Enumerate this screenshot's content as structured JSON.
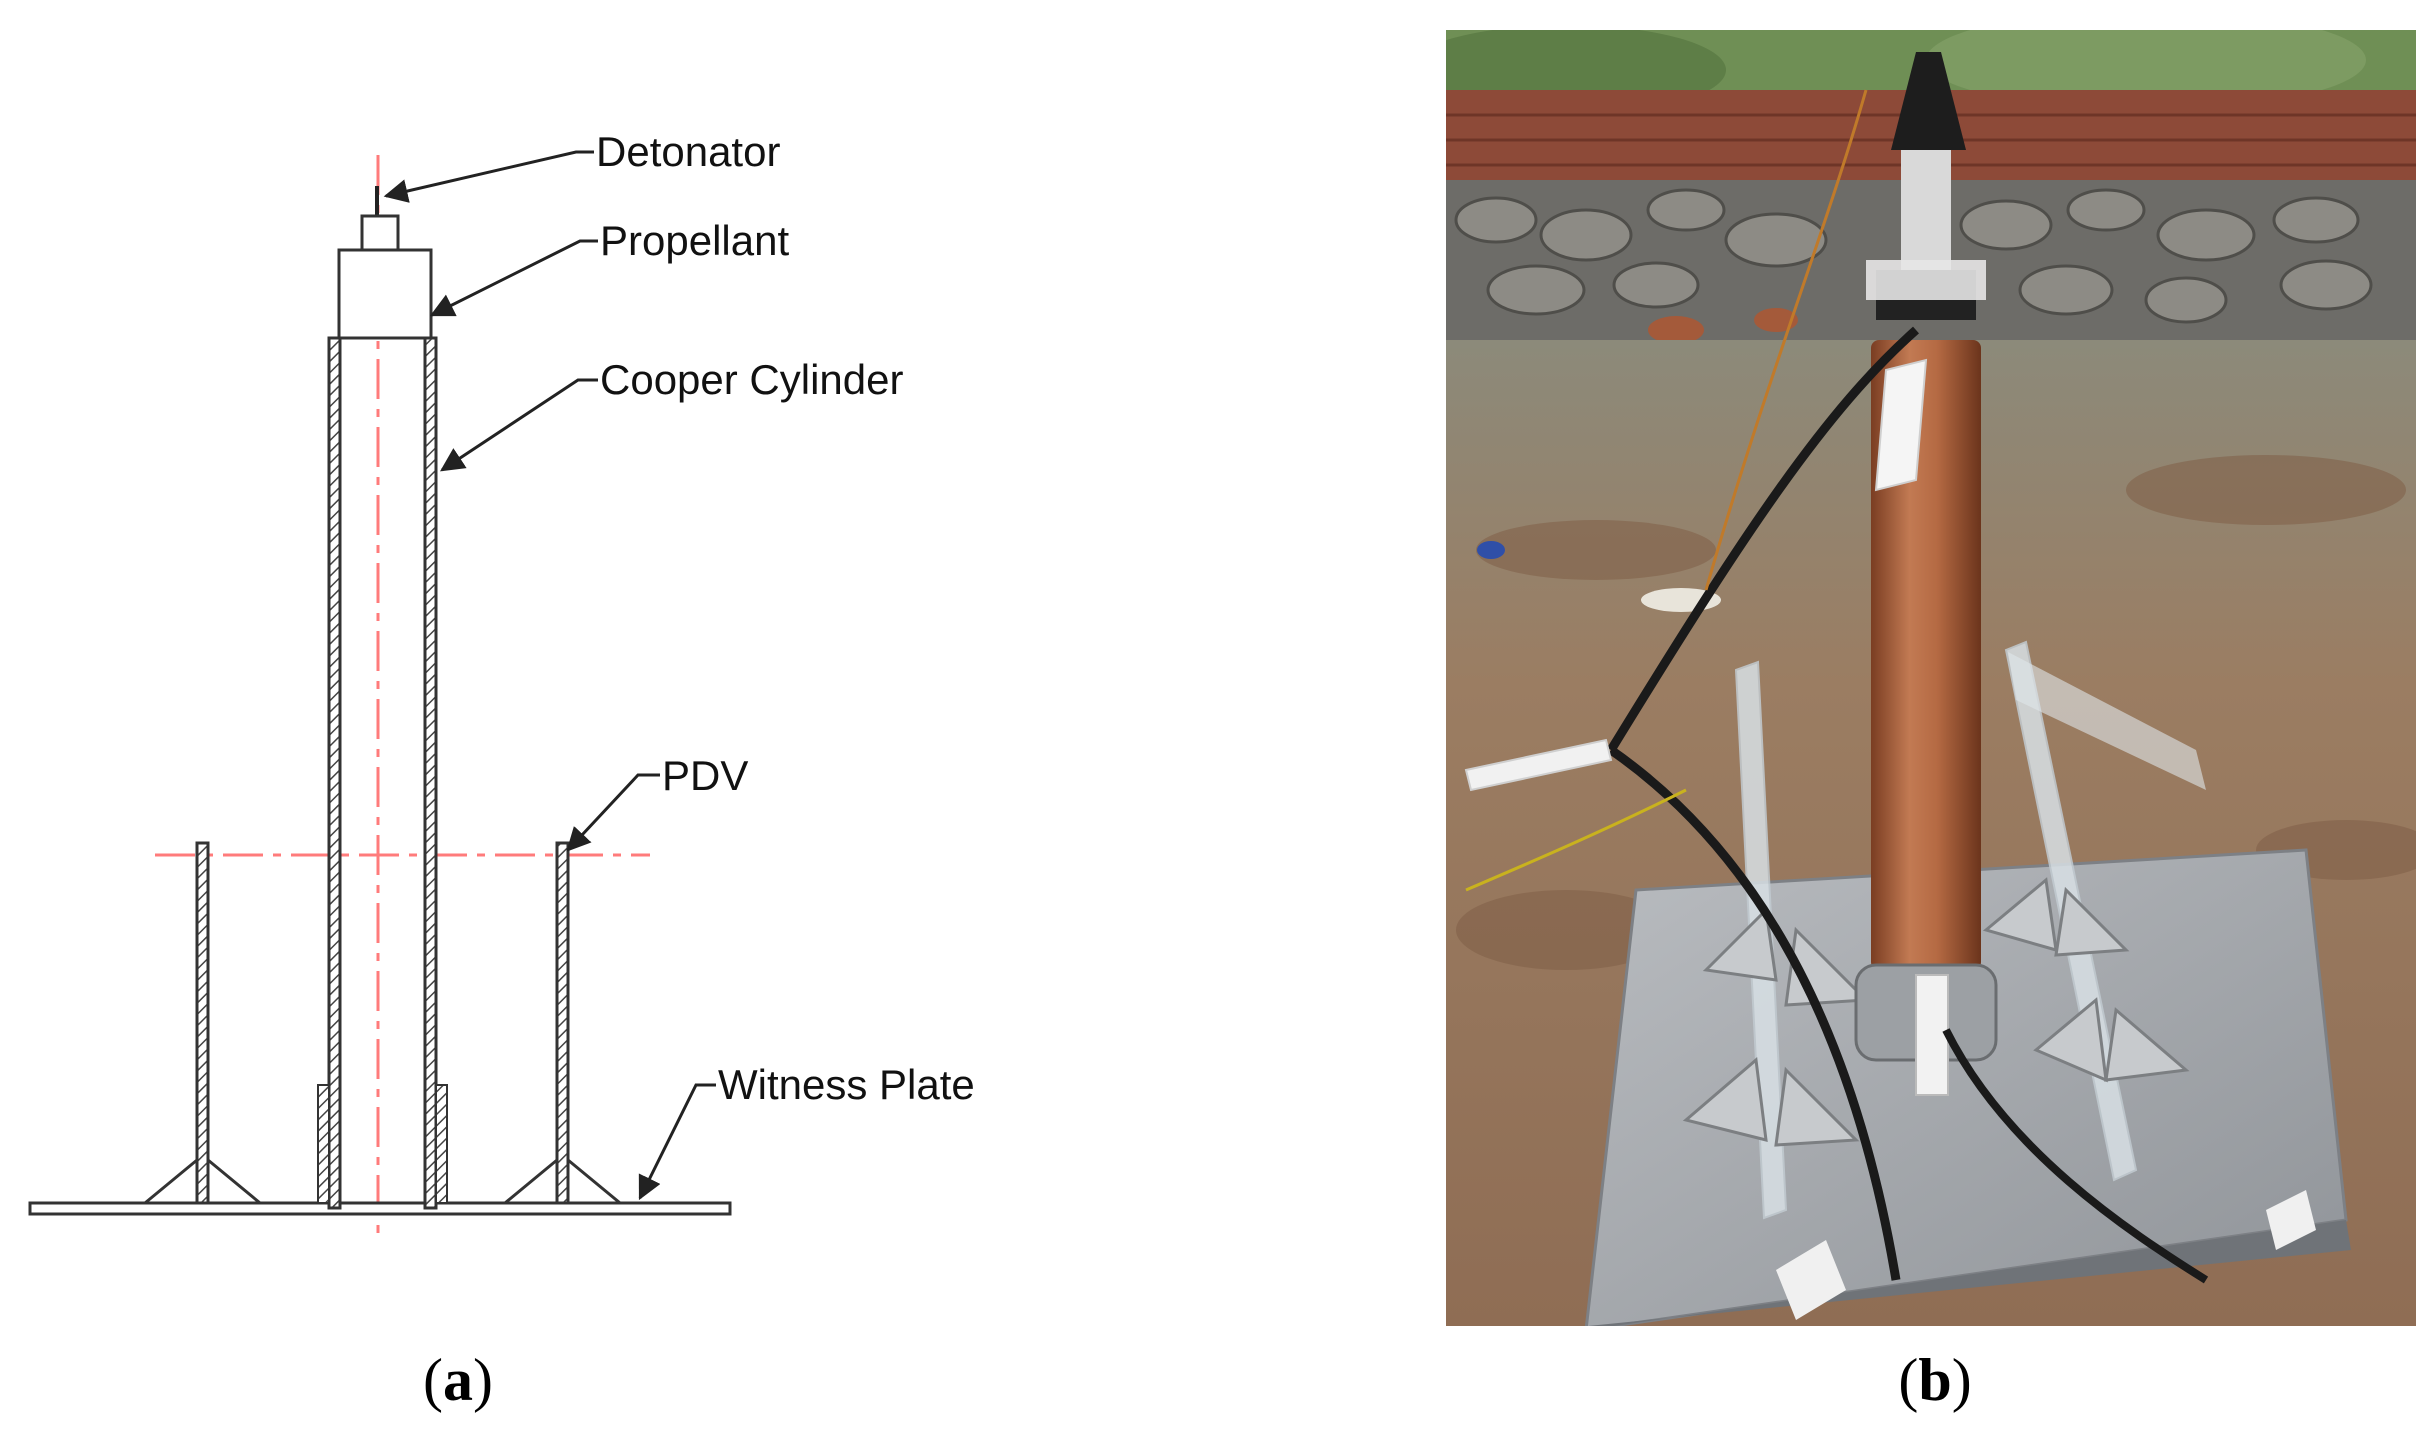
{
  "labels": {
    "detonator": "Detonator",
    "propellant": "Propellant",
    "cylinder": "Cooper Cylinder",
    "pdv": "PDV",
    "witness_plate": "Witness Plate"
  },
  "panels": {
    "a": {
      "open": "(",
      "letter": "a",
      "close": ")"
    },
    "b": {
      "open": "(",
      "letter": "b",
      "close": ")"
    }
  },
  "colors": {
    "line": "#333333",
    "centerline": "#ff7b7b",
    "copper": "#b5653c",
    "sky_grass": "#6f8f55",
    "brick": "#8d4a38",
    "soil": "#9a7d63",
    "plate": "#a8aaad"
  }
}
